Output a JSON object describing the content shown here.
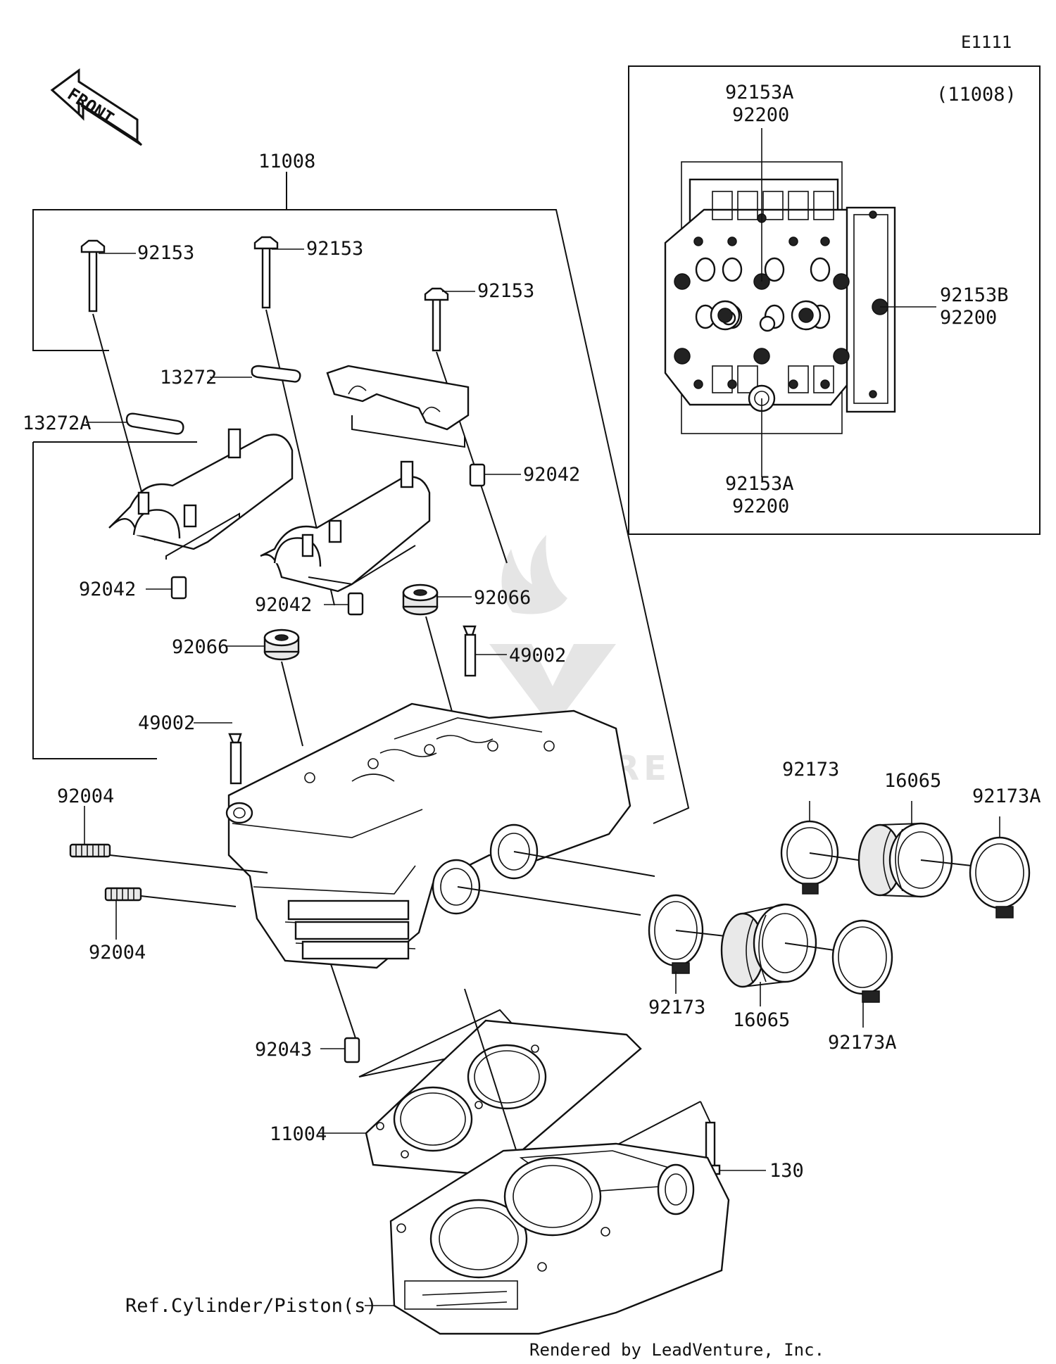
{
  "diagram_code": "E1111",
  "front_label": "FRONT",
  "inset_group_label": "(11008)",
  "footer": "Rendered by LeadVenture, Inc.",
  "watermark": "LEADVENTURE",
  "labels": {
    "l11008": "11008",
    "l92153_a": "92153",
    "l92153_b": "92153",
    "l92153_c": "92153",
    "l13272": "13272",
    "l13272A": "13272A",
    "l92042_a": "92042",
    "l92042_b": "92042",
    "l92042_c": "92042",
    "l92066_a": "92066",
    "l92066_b": "92066",
    "l49002_a": "49002",
    "l49002_b": "49002",
    "l92004_a": "92004",
    "l92004_b": "92004",
    "l92043": "92043",
    "l11004": "11004",
    "l130": "130",
    "lref": "Ref.Cylinder/Piston(s)",
    "l92173_a": "92173",
    "l92173_b": "92173",
    "l16065_a": "16065",
    "l16065_b": "16065",
    "l92173A_a": "92173A",
    "l92173A_b": "92173A",
    "i92153A_top": "92153A",
    "i92200_top": "92200",
    "i92153B": "92153B",
    "i92200_right": "92200",
    "i92153A_bot": "92153A",
    "i92200_bot": "92200"
  }
}
